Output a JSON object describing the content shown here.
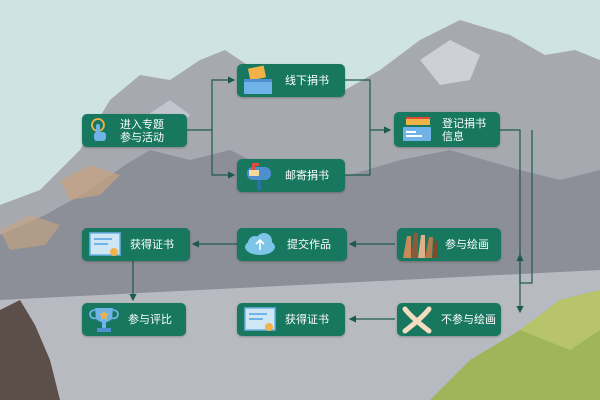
{
  "colors": {
    "node_fill": "#18785f",
    "node_text": "#ffffff",
    "connector": "#1e5a4c",
    "sky": "#cfe3e4",
    "mountain": "#8d8f98",
    "grass": "#9fb55a"
  },
  "nodes": {
    "enter_topic": {
      "label": "进入专题\n参与活动",
      "icon": "hand-tap-icon"
    },
    "offline_donate": {
      "label": "线下捐书",
      "icon": "book-box-icon"
    },
    "mail_donate": {
      "label": "邮寄捐书",
      "icon": "mailbox-icon"
    },
    "register_info": {
      "label": "登记捐书\n信息",
      "icon": "register-form-icon"
    },
    "join_drawing": {
      "label": "参与绘画",
      "icon": "raised-hands-icon"
    },
    "no_drawing": {
      "label": "不参与绘画",
      "icon": "crossed-brushes-icon"
    },
    "submit_work": {
      "label": "提交作品",
      "icon": "cloud-upload-icon"
    },
    "cert_left": {
      "label": "获得证书",
      "icon": "certificate-icon"
    },
    "cert_bottom": {
      "label": "获得证书",
      "icon": "certificate-icon"
    },
    "join_review": {
      "label": "参与评比",
      "icon": "trophy-icon"
    }
  }
}
